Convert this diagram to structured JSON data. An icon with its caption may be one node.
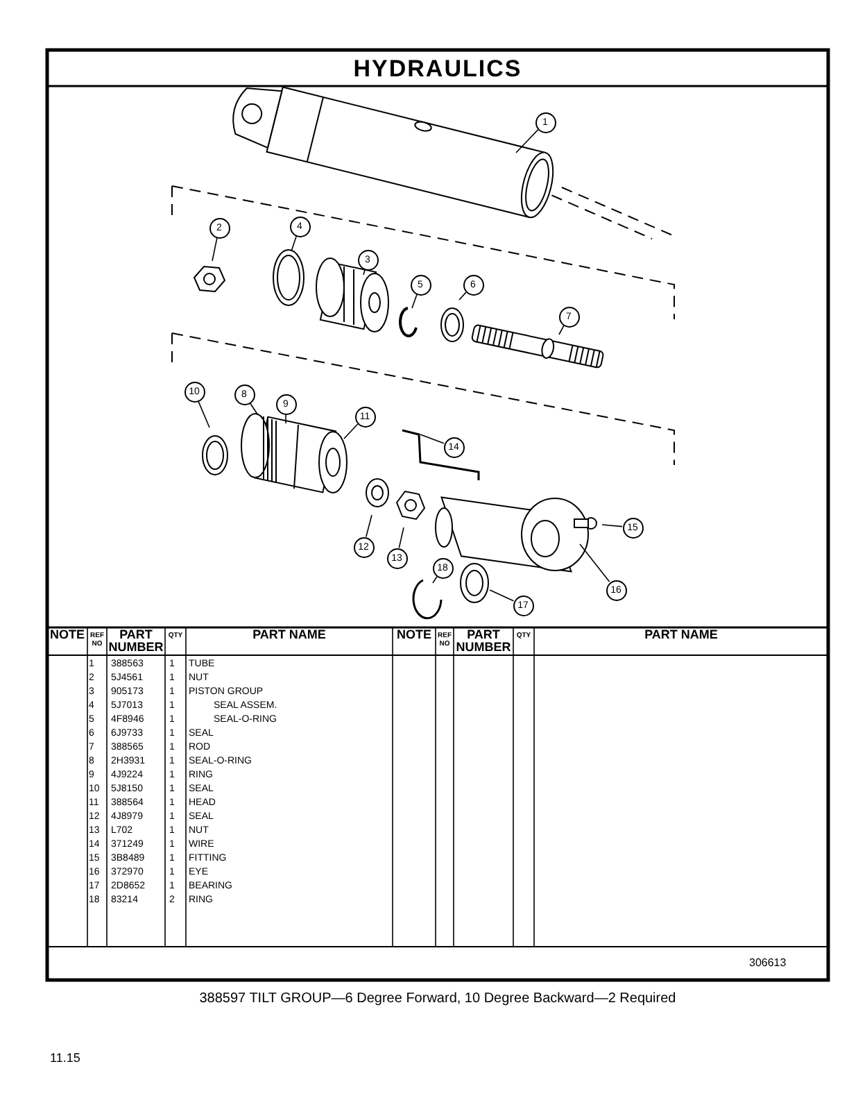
{
  "diagram": {
    "title": "HYDRAULICS",
    "caption": "388597 TILT GROUP—6 Degree Forward, 10 Degree Backward—2 Required",
    "nodes": [
      {
        "text": [
          "1"
        ]
      },
      {
        "text": [
          "2"
        ]
      },
      {
        "text": [
          "4"
        ]
      },
      {
        "text": [
          "3"
        ]
      },
      {
        "text": [
          "5"
        ]
      },
      {
        "text": [
          "6"
        ]
      },
      {
        "text": [
          "7"
        ]
      },
      {
        "text": [
          "10"
        ]
      },
      {
        "text": [
          "8"
        ]
      },
      {
        "text": [
          "9"
        ]
      },
      {
        "text": [
          "11"
        ]
      },
      {
        "text": [
          "14"
        ]
      },
      {
        "text": [
          "15"
        ]
      },
      {
        "text": [
          "12"
        ]
      },
      {
        "text": [
          "13"
        ]
      },
      {
        "text": [
          "18"
        ]
      },
      {
        "text": [
          "16"
        ]
      },
      {
        "text": [
          "17"
        ]
      }
    ],
    "edges": [
      {
        "from": 0,
        "to": null,
        "arrow": "none"
      },
      {
        "from": 1,
        "to": null,
        "arrow": "none"
      },
      {
        "from": 2,
        "to": null,
        "arrow": "none"
      },
      {
        "from": 3,
        "to": null,
        "arrow": "none"
      },
      {
        "from": 4,
        "to": null,
        "arrow": "none"
      },
      {
        "from": 5,
        "to": null,
        "arrow": "none"
      },
      {
        "from": 6,
        "to": null,
        "arrow": "none"
      },
      {
        "from": 7,
        "to": null,
        "arrow": "none"
      },
      {
        "from": 8,
        "to": null,
        "arrow": "none"
      },
      {
        "from": 9,
        "to": null,
        "arrow": "none"
      },
      {
        "from": 10,
        "to": null,
        "arrow": "none"
      },
      {
        "from": 11,
        "to": null,
        "arrow": "none"
      },
      {
        "from": 12,
        "to": null,
        "arrow": "none"
      },
      {
        "from": 13,
        "to": null,
        "arrow": "none"
      },
      {
        "from": 14,
        "to": null,
        "arrow": "none"
      },
      {
        "from": 15,
        "to": null,
        "arrow": "none"
      },
      {
        "from": 16,
        "to": null,
        "arrow": "none"
      },
      {
        "from": 17,
        "to": null,
        "arrow": "none"
      }
    ],
    "labels": [
      "NOTE",
      "REF NO",
      "PART NUMBER",
      "QTY",
      "PART NAME",
      "NOTE",
      "REF NO",
      "PART NUMBER",
      "QTY",
      "PART NAME",
      "1",
      "388563",
      "1",
      "TUBE",
      "2",
      "5J4561",
      "1",
      "NUT",
      "3",
      "905173",
      "1",
      "PISTON GROUP",
      "4",
      "5J7013",
      "1",
      "SEAL ASSEM.",
      "5",
      "4F8946",
      "1",
      "SEAL-O-RING",
      "6",
      "6J9733",
      "1",
      "SEAL",
      "7",
      "388565",
      "1",
      "ROD",
      "8",
      "2H3931",
      "1",
      "SEAL-O-RING",
      "9",
      "4J9224",
      "1",
      "RING",
      "10",
      "5J8150",
      "1",
      "SEAL",
      "11",
      "388564",
      "1",
      "HEAD",
      "12",
      "4J8979",
      "1",
      "SEAL",
      "13",
      "L702",
      "1",
      "NUT",
      "14",
      "371249",
      "1",
      "WIRE",
      "15",
      "3B8489",
      "1",
      "FITTING",
      "16",
      "372970",
      "1",
      "EYE",
      "17",
      "2D8652",
      "1",
      "BEARING",
      "18",
      "83214",
      "2",
      "RING",
      "306613",
      "11.15"
    ]
  }
}
